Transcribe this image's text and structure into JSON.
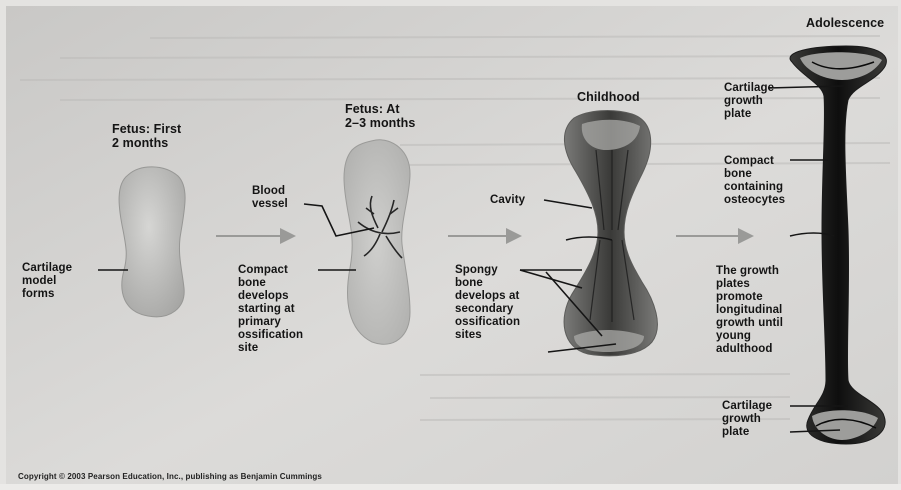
{
  "stages": [
    {
      "title": "Fetus: First\n2 months",
      "labels": [
        "Cartilage\nmodel\nforms"
      ]
    },
    {
      "title": "Fetus: At\n2–3 months",
      "labels": [
        "Blood\nvessel",
        "Compact\nbone\ndevelops\nstarting at\nprimary\nossification\nsite"
      ]
    },
    {
      "title": "Childhood",
      "labels": [
        "Cavity",
        "Spongy\nbone\ndevelops at\nsecondary\nossification\nsites"
      ]
    },
    {
      "title": "Adolescence",
      "labels": [
        "Cartilage\ngrowth\nplate",
        "Compact\nbone\ncontaining\nosteocytes",
        "The growth\nplates\npromote\nlongitudinal\ngrowth until\nyoung\nadulthood",
        "Cartilage\ngrowth\nplate"
      ]
    }
  ],
  "copyright": "Copyright © 2003 Pearson Education, Inc., publishing as Benjamin Cummings"
}
